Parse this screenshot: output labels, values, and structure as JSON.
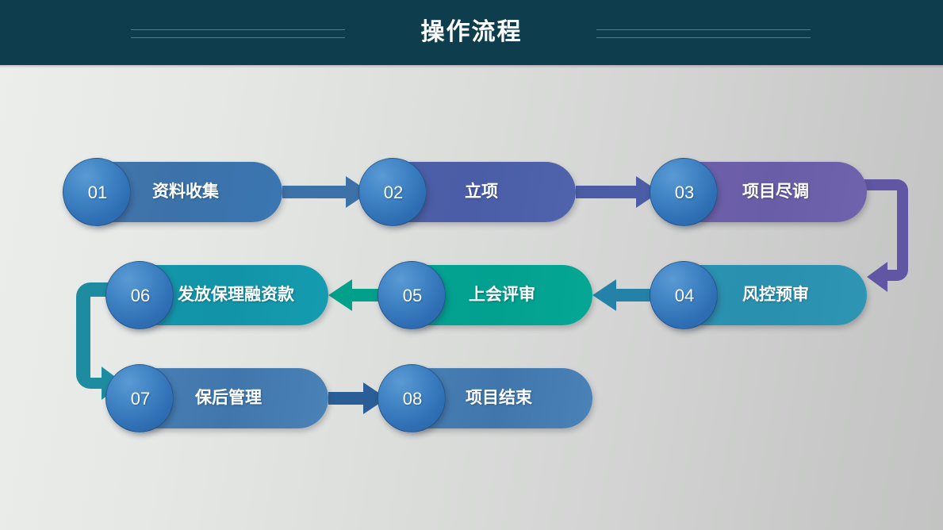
{
  "header": {
    "title": "操作流程",
    "background_color": "#0e3e4e",
    "rule_color": "#2c8aa6",
    "title_color": "#ffffff"
  },
  "background": {
    "gradient_from": "#eceeec",
    "gradient_to": "#c2c3c2"
  },
  "chart_data": {
    "type": "diagram",
    "title": "操作流程",
    "layout": "serpentine-flow",
    "rows": 3,
    "steps": [
      {
        "number": "01",
        "label": "资料收集",
        "color": "#3c72a9",
        "row": 1,
        "col": 1
      },
      {
        "number": "02",
        "label": "立项",
        "color": "#4a5da6",
        "row": 1,
        "col": 2
      },
      {
        "number": "03",
        "label": "项目尽调",
        "color": "#6a5da8",
        "row": 1,
        "col": 3
      },
      {
        "number": "04",
        "label": "风控预审",
        "color": "#2a90b0",
        "row": 2,
        "col": 3
      },
      {
        "number": "05",
        "label": "上会评审",
        "color": "#02a08f",
        "row": 2,
        "col": 2
      },
      {
        "number": "06",
        "label": "发放保理融资款",
        "color": "#1294a8",
        "row": 2,
        "col": 1
      },
      {
        "number": "07",
        "label": "保后管理",
        "color": "#4076ac",
        "row": 3,
        "col": 1
      },
      {
        "number": "08",
        "label": "项目结束",
        "color": "#4076ac",
        "row": 3,
        "col": 2
      }
    ],
    "connectors": [
      {
        "from": "01",
        "to": "02",
        "direction": "right",
        "kind": "straight",
        "color": "#3c72a8"
      },
      {
        "from": "02",
        "to": "03",
        "direction": "right",
        "kind": "straight",
        "color": "#4a5da6"
      },
      {
        "from": "03",
        "to": "04",
        "direction": "down-left",
        "kind": "elbow",
        "color": "#6056a4"
      },
      {
        "from": "04",
        "to": "05",
        "direction": "left",
        "kind": "straight",
        "color": "#2482a8"
      },
      {
        "from": "05",
        "to": "06",
        "direction": "left",
        "kind": "straight",
        "color": "#00a08a"
      },
      {
        "from": "06",
        "to": "07",
        "direction": "down-right",
        "kind": "elbow",
        "color": "#1d8ca0"
      },
      {
        "from": "07",
        "to": "08",
        "direction": "right",
        "kind": "straight",
        "color": "#2b5e96"
      }
    ],
    "badge_color": "#2f6fb4"
  }
}
